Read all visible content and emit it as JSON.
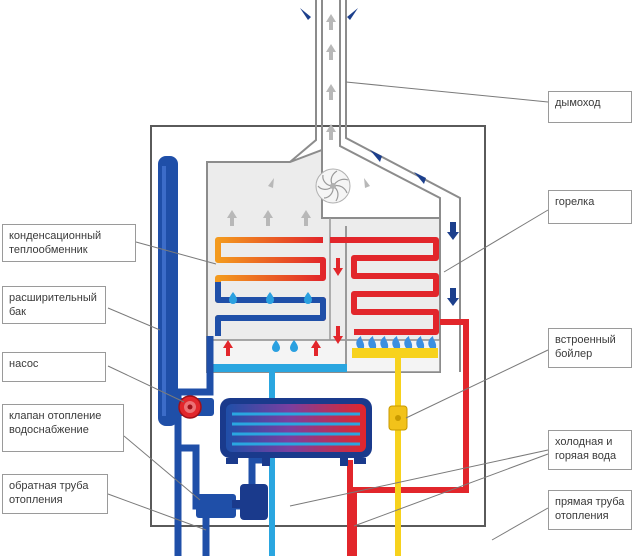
{
  "labels": {
    "chimney": "дымоход",
    "condensing_exchanger": "конденсационный теплообменник",
    "burner": "горелка",
    "expansion_tank": "расширительный бак",
    "pump": "насос",
    "builtin_boiler": "встроенный бойлер",
    "valve": "клапан отопление водоснабжение",
    "cold_hot_water": "холодная и горяая вода",
    "return_pipe": "обратная труба отопления",
    "supply_pipe": "прямая труба отопления"
  },
  "colors": {
    "casing_stroke": "#5a5a5a",
    "inner_fill": "#ececec",
    "chimney_stroke": "#8c8c8c",
    "arrow_grey": "#b8b8b8",
    "arrow_dark_blue": "#1c3f8c",
    "pipe_blue": "#1f4fa8",
    "pipe_dark_blue": "#1a3a8c",
    "pipe_light_blue": "#2aa6e0",
    "pipe_red": "#e2262b",
    "pipe_yellow": "#f7d21d",
    "drop_blue": "#2aa0e0",
    "flame_blue": "#3b8fe0",
    "flame_yellow": "#f2c21a",
    "leader_line": "#7a7a7a"
  },
  "icons": {
    "fan": "fan-icon",
    "drop": "water-drop-icon",
    "flame": "flame-icon",
    "pump": "pump-icon",
    "arrow_up": "arrow-up-icon",
    "arrow_down": "arrow-down-icon"
  }
}
